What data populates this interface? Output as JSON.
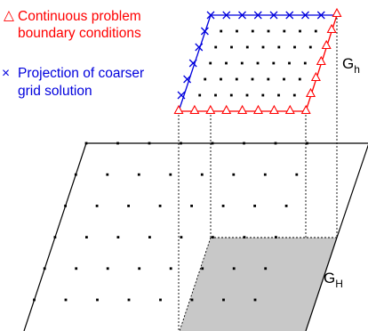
{
  "legend": {
    "boundary": {
      "symbol": "△",
      "line1": "Continuous problem",
      "line2": "boundary conditions",
      "color": "#ff0000"
    },
    "projection": {
      "symbol": "×",
      "line1": "Projection of coarser",
      "line2": "grid solution",
      "color": "#0000dd"
    }
  },
  "fine_grid": {
    "label": "G",
    "subscript": "h"
  },
  "coarse_grid": {
    "label": "G",
    "subscript": "H",
    "highlight_color": "#c8c8c8"
  },
  "colors": {
    "line": "#000000",
    "boundary": "#ff0000",
    "projection": "#0000dd"
  }
}
